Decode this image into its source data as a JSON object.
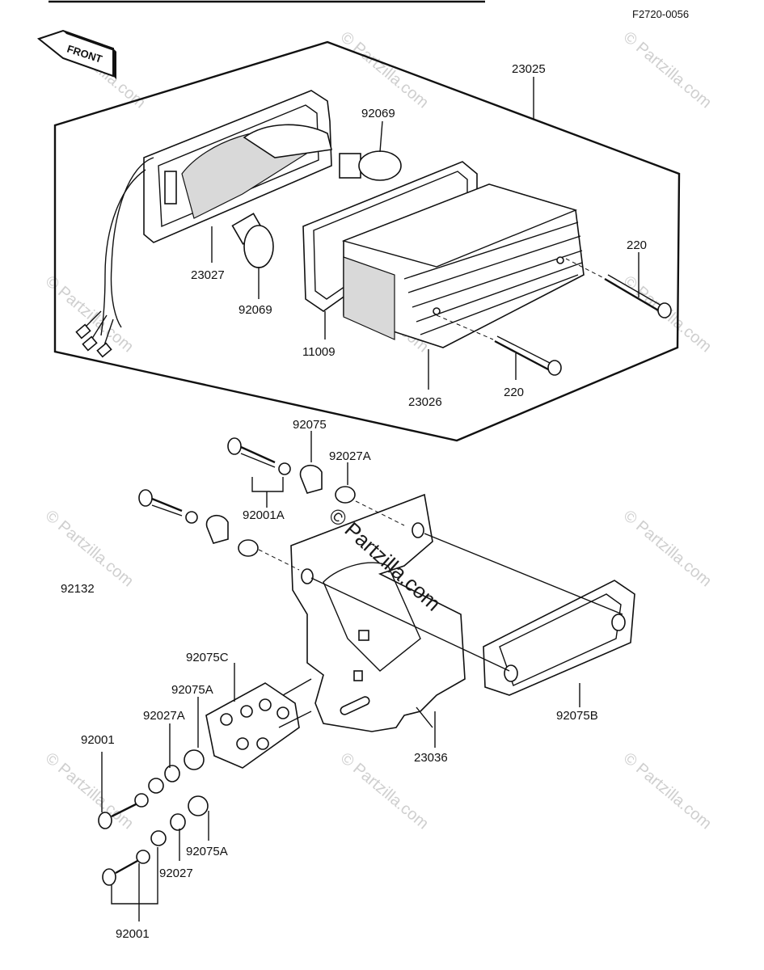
{
  "diagram_code": "F2720-0056",
  "front_label": "FRONT",
  "watermark_main": "© Partzilla.com",
  "watermark_small": "© Partzilla.com",
  "labels": {
    "l23025": "23025",
    "l92069a": "92069",
    "l92069b": "92069",
    "l23027": "23027",
    "l220a": "220",
    "l220b": "220",
    "l11009": "11009",
    "l23026": "23026",
    "l92075": "92075",
    "l92027A": "92027A",
    "l92001A": "92001A",
    "l92132": "92132",
    "l92075C": "92075C",
    "l92075Aa": "92075A",
    "l92027Aa": "92027A",
    "l92001a": "92001",
    "l92075B": "92075B",
    "l23036": "23036",
    "l92075Ab": "92075A",
    "l92027": "92027",
    "l92001b": "92001"
  }
}
